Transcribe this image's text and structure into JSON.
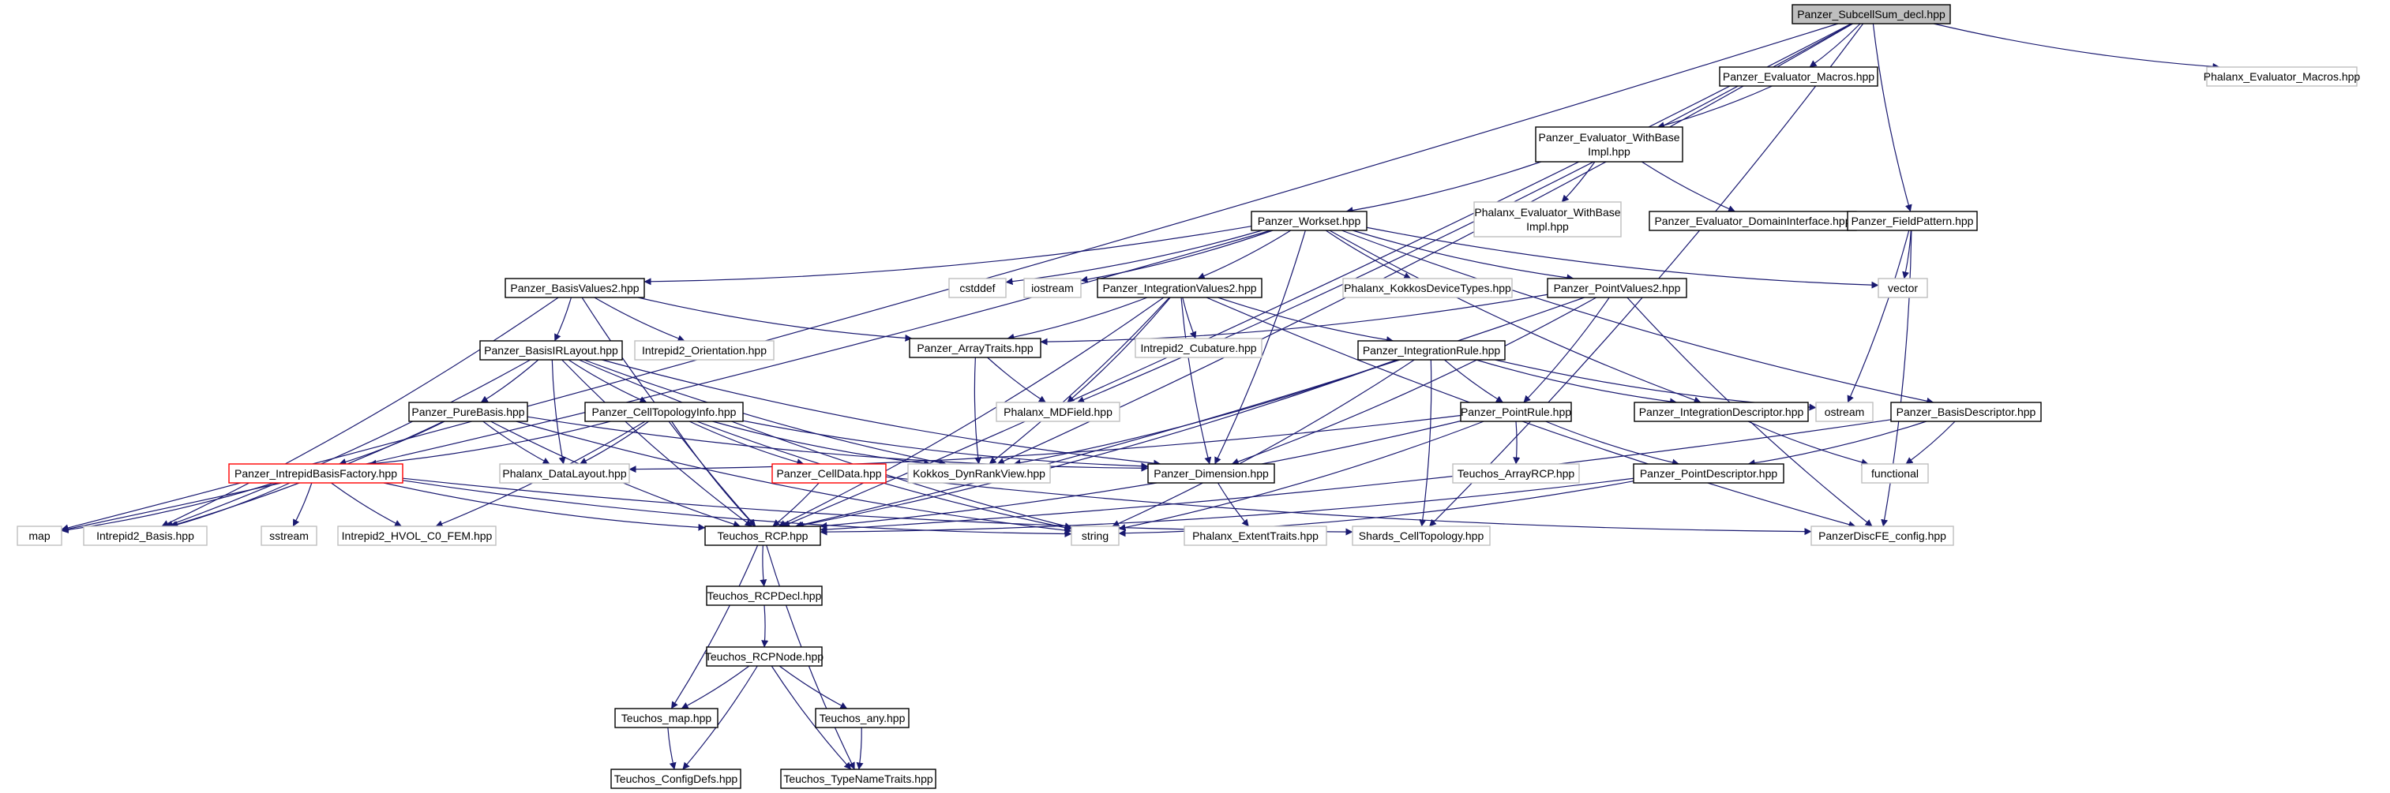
{
  "diagram": {
    "kind": "include-dependency-graph",
    "root": "Panzer_SubcellSum_decl.hpp",
    "colors": {
      "edge": "#191970",
      "root_fill": "#bfbfbf",
      "documented_border": "#000000",
      "external_border": "#bfbfbf",
      "external_text": "#555555",
      "truncated_border": "#ff0000"
    },
    "nodes": [
      {
        "id": "root",
        "lines": [
          "Panzer_SubcellSum_decl.hpp"
        ],
        "style": "root"
      },
      {
        "id": "evalMacros",
        "lines": [
          "Panzer_Evaluator_Macros.hpp"
        ],
        "style": "doc"
      },
      {
        "id": "phxEvalMacros",
        "lines": [
          "Phalanx_Evaluator_Macros.hpp"
        ],
        "style": "ext"
      },
      {
        "id": "evalWithBase",
        "lines": [
          "Panzer_Evaluator_WithBase",
          "Impl.hpp"
        ],
        "style": "doc"
      },
      {
        "id": "phxEvalWithBase",
        "lines": [
          "Phalanx_Evaluator_WithBase",
          "Impl.hpp"
        ],
        "style": "ext"
      },
      {
        "id": "evalDomain",
        "lines": [
          "Panzer_Evaluator_DomainInterface.hpp"
        ],
        "style": "doc"
      },
      {
        "id": "fieldPattern",
        "lines": [
          "Panzer_FieldPattern.hpp"
        ],
        "style": "doc"
      },
      {
        "id": "workset",
        "lines": [
          "Panzer_Workset.hpp"
        ],
        "style": "doc"
      },
      {
        "id": "vector",
        "lines": [
          "vector"
        ],
        "style": "ext"
      },
      {
        "id": "basisValues2",
        "lines": [
          "Panzer_BasisValues2.hpp"
        ],
        "style": "doc"
      },
      {
        "id": "cstddef",
        "lines": [
          "cstddef"
        ],
        "style": "ext"
      },
      {
        "id": "iostream",
        "lines": [
          "iostream"
        ],
        "style": "ext"
      },
      {
        "id": "intValues2",
        "lines": [
          "Panzer_IntegrationValues2.hpp"
        ],
        "style": "doc"
      },
      {
        "id": "phxKokkosDev",
        "lines": [
          "Phalanx_KokkosDeviceTypes.hpp"
        ],
        "style": "ext"
      },
      {
        "id": "pointValues2",
        "lines": [
          "Panzer_PointValues2.hpp"
        ],
        "style": "doc"
      },
      {
        "id": "basisIRLayout",
        "lines": [
          "Panzer_BasisIRLayout.hpp"
        ],
        "style": "doc"
      },
      {
        "id": "i2Orientation",
        "lines": [
          "Intrepid2_Orientation.hpp"
        ],
        "style": "ext"
      },
      {
        "id": "arrayTraits",
        "lines": [
          "Panzer_ArrayTraits.hpp"
        ],
        "style": "doc"
      },
      {
        "id": "i2Cubature",
        "lines": [
          "Intrepid2_Cubature.hpp"
        ],
        "style": "ext"
      },
      {
        "id": "intRule",
        "lines": [
          "Panzer_IntegrationRule.hpp"
        ],
        "style": "doc"
      },
      {
        "id": "pureBasis",
        "lines": [
          "Panzer_PureBasis.hpp"
        ],
        "style": "doc"
      },
      {
        "id": "cellTopoInfo",
        "lines": [
          "Panzer_CellTopologyInfo.hpp"
        ],
        "style": "doc"
      },
      {
        "id": "phxMDField",
        "lines": [
          "Phalanx_MDField.hpp"
        ],
        "style": "ext"
      },
      {
        "id": "pointRule",
        "lines": [
          "Panzer_PointRule.hpp"
        ],
        "style": "doc"
      },
      {
        "id": "intDescriptor",
        "lines": [
          "Panzer_IntegrationDescriptor.hpp"
        ],
        "style": "doc"
      },
      {
        "id": "ostream",
        "lines": [
          "ostream"
        ],
        "style": "ext"
      },
      {
        "id": "basisDescriptor",
        "lines": [
          "Panzer_BasisDescriptor.hpp"
        ],
        "style": "doc"
      },
      {
        "id": "intrepidFactory",
        "lines": [
          "Panzer_IntrepidBasisFactory.hpp"
        ],
        "style": "trunc"
      },
      {
        "id": "phxDataLayout",
        "lines": [
          "Phalanx_DataLayout.hpp"
        ],
        "style": "ext"
      },
      {
        "id": "cellData",
        "lines": [
          "Panzer_CellData.hpp"
        ],
        "style": "trunc"
      },
      {
        "id": "kokkosDynRank",
        "lines": [
          "Kokkos_DynRankView.hpp"
        ],
        "style": "ext"
      },
      {
        "id": "dimension",
        "lines": [
          "Panzer_Dimension.hpp"
        ],
        "style": "doc"
      },
      {
        "id": "teuchosArrayRCP",
        "lines": [
          "Teuchos_ArrayRCP.hpp"
        ],
        "style": "ext"
      },
      {
        "id": "pointDescriptor",
        "lines": [
          "Panzer_PointDescriptor.hpp"
        ],
        "style": "doc"
      },
      {
        "id": "functional",
        "lines": [
          "functional"
        ],
        "style": "ext"
      },
      {
        "id": "map",
        "lines": [
          "map"
        ],
        "style": "ext"
      },
      {
        "id": "i2Basis",
        "lines": [
          "Intrepid2_Basis.hpp"
        ],
        "style": "ext"
      },
      {
        "id": "sstream",
        "lines": [
          "sstream"
        ],
        "style": "ext"
      },
      {
        "id": "i2HVOL",
        "lines": [
          "Intrepid2_HVOL_C0_FEM.hpp"
        ],
        "style": "ext"
      },
      {
        "id": "teuchosRCP",
        "lines": [
          "Teuchos_RCP.hpp"
        ],
        "style": "doc"
      },
      {
        "id": "string",
        "lines": [
          "string"
        ],
        "style": "ext"
      },
      {
        "id": "phxExtent",
        "lines": [
          "Phalanx_ExtentTraits.hpp"
        ],
        "style": "ext"
      },
      {
        "id": "shardsTopo",
        "lines": [
          "Shards_CellTopology.hpp"
        ],
        "style": "ext"
      },
      {
        "id": "discFEConfig",
        "lines": [
          "PanzerDiscFE_config.hpp"
        ],
        "style": "ext"
      },
      {
        "id": "rcpDecl",
        "lines": [
          "Teuchos_RCPDecl.hpp"
        ],
        "style": "doc"
      },
      {
        "id": "rcpNode",
        "lines": [
          "Teuchos_RCPNode.hpp"
        ],
        "style": "doc"
      },
      {
        "id": "teuchosMap",
        "lines": [
          "Teuchos_map.hpp"
        ],
        "style": "doc"
      },
      {
        "id": "teuchosAny",
        "lines": [
          "Teuchos_any.hpp"
        ],
        "style": "doc"
      },
      {
        "id": "configDefs",
        "lines": [
          "Teuchos_ConfigDefs.hpp"
        ],
        "style": "doc"
      },
      {
        "id": "typeNameTraits",
        "lines": [
          "Teuchos_TypeNameTraits.hpp"
        ],
        "style": "doc"
      }
    ],
    "edges": [
      [
        "root",
        "evalMacros"
      ],
      [
        "root",
        "phxEvalMacros"
      ],
      [
        "root",
        "fieldPattern"
      ],
      [
        "root",
        "map"
      ],
      [
        "root",
        "phxMDField"
      ],
      [
        "root",
        "teuchosRCP"
      ],
      [
        "root",
        "shardsTopo"
      ],
      [
        "root",
        "kokkosDynRank"
      ],
      [
        "evalMacros",
        "evalWithBase"
      ],
      [
        "evalWithBase",
        "workset"
      ],
      [
        "evalWithBase",
        "phxEvalWithBase"
      ],
      [
        "evalWithBase",
        "evalDomain"
      ],
      [
        "fieldPattern",
        "vector"
      ],
      [
        "fieldPattern",
        "ostream"
      ],
      [
        "fieldPattern",
        "discFEConfig"
      ],
      [
        "workset",
        "map"
      ],
      [
        "workset",
        "basisValues2"
      ],
      [
        "workset",
        "cstddef"
      ],
      [
        "workset",
        "iostream"
      ],
      [
        "workset",
        "intValues2"
      ],
      [
        "workset",
        "phxKokkosDev"
      ],
      [
        "workset",
        "pointValues2"
      ],
      [
        "workset",
        "vector"
      ],
      [
        "workset",
        "dimension"
      ],
      [
        "workset",
        "intDescriptor"
      ],
      [
        "workset",
        "basisDescriptor"
      ],
      [
        "basisValues2",
        "basisIRLayout"
      ],
      [
        "basisValues2",
        "i2Orientation"
      ],
      [
        "basisValues2",
        "arrayTraits"
      ],
      [
        "basisValues2",
        "i2Basis"
      ],
      [
        "basisValues2",
        "teuchosRCP"
      ],
      [
        "intValues2",
        "arrayTraits"
      ],
      [
        "intValues2",
        "i2Cubature"
      ],
      [
        "intValues2",
        "intRule"
      ],
      [
        "intValues2",
        "phxMDField"
      ],
      [
        "intValues2",
        "dimension"
      ],
      [
        "intValues2",
        "teuchosRCP"
      ],
      [
        "intValues2",
        "discFEConfig"
      ],
      [
        "intValues2",
        "kokkosDynRank"
      ],
      [
        "pointValues2",
        "arrayTraits"
      ],
      [
        "pointValues2",
        "pointRule"
      ],
      [
        "pointValues2",
        "dimension"
      ],
      [
        "pointValues2",
        "teuchosRCP"
      ],
      [
        "pointValues2",
        "discFEConfig"
      ],
      [
        "basisIRLayout",
        "pureBasis"
      ],
      [
        "basisIRLayout",
        "cellTopoInfo"
      ],
      [
        "basisIRLayout",
        "phxDataLayout"
      ],
      [
        "basisIRLayout",
        "dimension"
      ],
      [
        "basisIRLayout",
        "teuchosRCP"
      ],
      [
        "basisIRLayout",
        "string"
      ],
      [
        "basisIRLayout",
        "i2Basis"
      ],
      [
        "basisIRLayout",
        "kokkosDynRank"
      ],
      [
        "arrayTraits",
        "phxMDField"
      ],
      [
        "arrayTraits",
        "kokkosDynRank"
      ],
      [
        "intRule",
        "pointRule"
      ],
      [
        "intRule",
        "intDescriptor"
      ],
      [
        "intRule",
        "ostream"
      ],
      [
        "intRule",
        "kokkosDynRank"
      ],
      [
        "intRule",
        "teuchosRCP"
      ],
      [
        "intRule",
        "string"
      ],
      [
        "intRule",
        "shardsTopo"
      ],
      [
        "pureBasis",
        "intrepidFactory"
      ],
      [
        "pureBasis",
        "phxDataLayout"
      ],
      [
        "pureBasis",
        "teuchosRCP"
      ],
      [
        "pureBasis",
        "string"
      ],
      [
        "pureBasis",
        "dimension"
      ],
      [
        "pureBasis",
        "i2Basis"
      ],
      [
        "cellTopoInfo",
        "intrepidFactory"
      ],
      [
        "cellTopoInfo",
        "phxDataLayout"
      ],
      [
        "cellTopoInfo",
        "cellData"
      ],
      [
        "cellTopoInfo",
        "kokkosDynRank"
      ],
      [
        "cellTopoInfo",
        "dimension"
      ],
      [
        "cellTopoInfo",
        "teuchosRCP"
      ],
      [
        "cellTopoInfo",
        "string"
      ],
      [
        "cellTopoInfo",
        "i2HVOL"
      ],
      [
        "pointRule",
        "teuchosArrayRCP"
      ],
      [
        "pointRule",
        "pointDescriptor"
      ],
      [
        "pointRule",
        "phxDataLayout"
      ],
      [
        "pointRule",
        "teuchosRCP"
      ],
      [
        "pointRule",
        "string"
      ],
      [
        "intDescriptor",
        "functional"
      ],
      [
        "basisDescriptor",
        "functional"
      ],
      [
        "basisDescriptor",
        "pointDescriptor"
      ],
      [
        "basisDescriptor",
        "teuchosRCP"
      ],
      [
        "intrepidFactory",
        "map"
      ],
      [
        "intrepidFactory",
        "i2Basis"
      ],
      [
        "intrepidFactory",
        "sstream"
      ],
      [
        "intrepidFactory",
        "i2HVOL"
      ],
      [
        "intrepidFactory",
        "teuchosRCP"
      ],
      [
        "intrepidFactory",
        "string"
      ],
      [
        "intrepidFactory",
        "shardsTopo"
      ],
      [
        "cellData",
        "teuchosRCP"
      ],
      [
        "cellData",
        "discFEConfig"
      ],
      [
        "dimension",
        "phxExtent"
      ],
      [
        "pointDescriptor",
        "teuchosRCP"
      ],
      [
        "pointDescriptor",
        "string"
      ],
      [
        "teuchosRCP",
        "rcpDecl"
      ],
      [
        "teuchosRCP",
        "teuchosMap"
      ],
      [
        "teuchosRCP",
        "typeNameTraits"
      ],
      [
        "rcpDecl",
        "rcpNode"
      ],
      [
        "rcpNode",
        "teuchosMap"
      ],
      [
        "rcpNode",
        "teuchosAny"
      ],
      [
        "rcpNode",
        "configDefs"
      ],
      [
        "rcpNode",
        "typeNameTraits"
      ],
      [
        "teuchosMap",
        "configDefs"
      ],
      [
        "teuchosAny",
        "typeNameTraits"
      ]
    ]
  }
}
